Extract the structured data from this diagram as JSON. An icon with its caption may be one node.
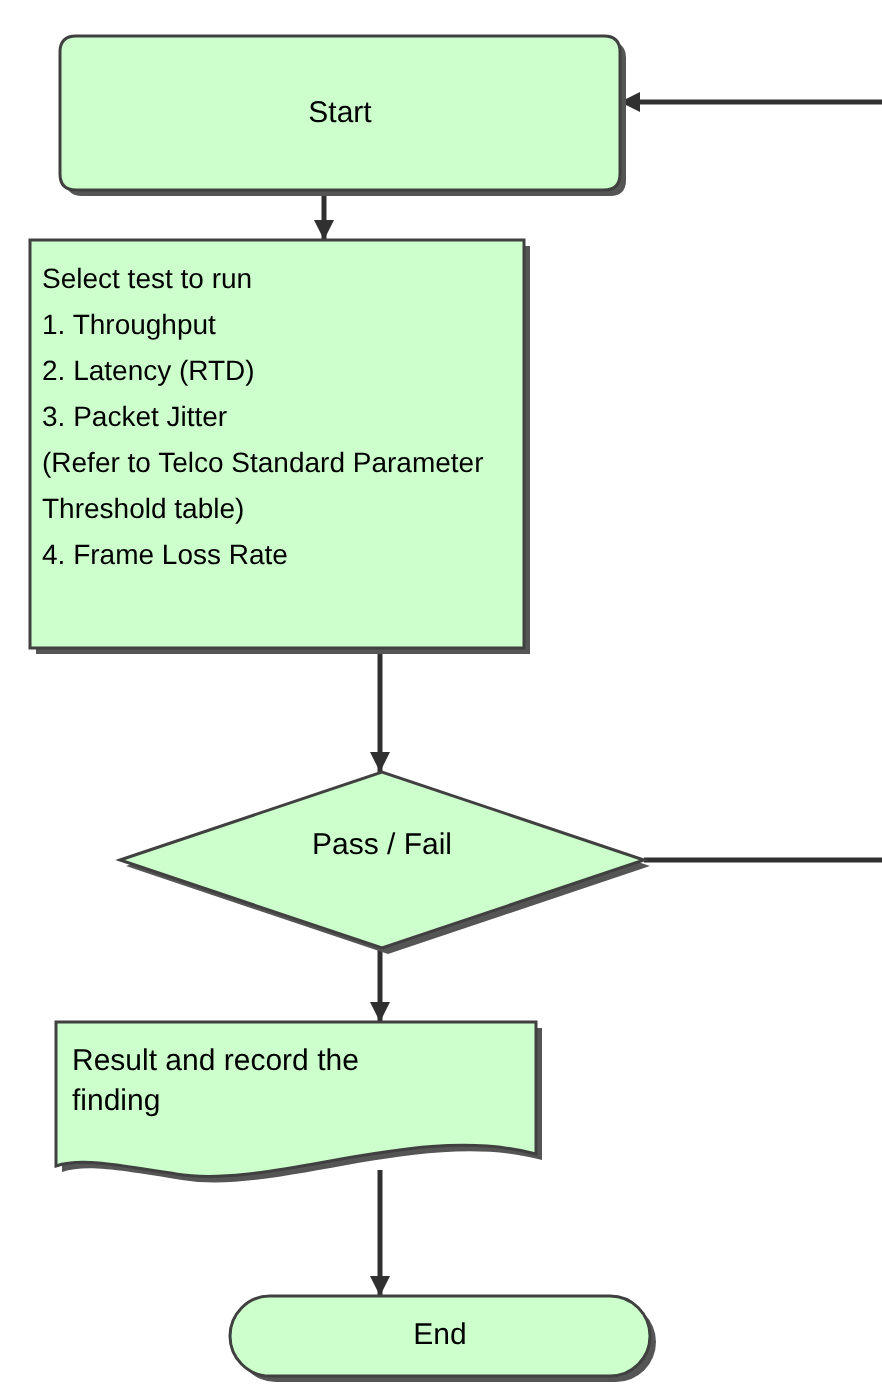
{
  "diagram": {
    "nodes": [
      {
        "text": [
          "Start"
        ]
      },
      {
        "text": [
          "Select test to run",
          "1. Throughput",
          "2. Latency (RTD)",
          "3. Packet Jitter",
          "(Refer to Telco Standard Parameter Threshold table)",
          "4. Frame Loss Rate"
        ]
      },
      {
        "text": [
          "Pass / Fail"
        ]
      },
      {
        "text": [
          "Result and record the finding"
        ]
      },
      {
        "text": [
          "End"
        ]
      }
    ],
    "edges": [
      {
        "from": 0,
        "to": 1,
        "arrow": "to"
      },
      {
        "from": 1,
        "to": 2,
        "arrow": "to"
      },
      {
        "from": 2,
        "to": 3,
        "arrow": "to"
      },
      {
        "from": 3,
        "to": 4,
        "arrow": "to"
      },
      {
        "from": null,
        "to": 0,
        "arrow": "to"
      },
      {
        "from": 2,
        "to": null,
        "arrow": "none"
      }
    ]
  }
}
